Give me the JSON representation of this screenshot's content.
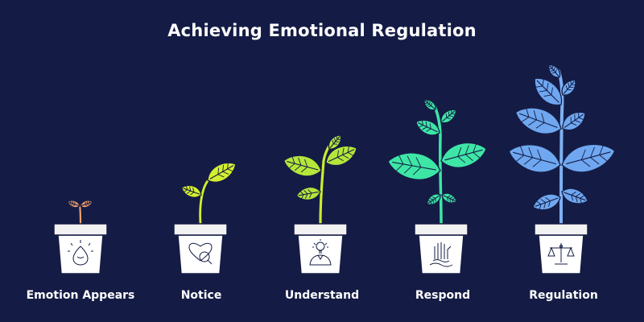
{
  "title": "Achieving Emotional Regulation",
  "stages": [
    {
      "label": "Emotion Appears",
      "icon": "droplet-face-icon",
      "leaf_color": "#f2a06a",
      "stem_color": "#f2a06a"
    },
    {
      "label": "Notice",
      "icon": "heart-magnifier-icon",
      "leaf_color": "#d4ef2e",
      "stem_color": "#d4ef2e"
    },
    {
      "label": "Understand",
      "icon": "person-lightbulb-icon",
      "leaf_color": "#b5e63a",
      "stem_color": "#c9ec2e"
    },
    {
      "label": "Respond",
      "icon": "hand-waves-icon",
      "leaf_color": "#3ee6a6",
      "stem_color": "#3ee6a6"
    },
    {
      "label": "Regulation",
      "icon": "balance-scale-icon",
      "leaf_color": "#6fa7f0",
      "stem_color": "#7fb0f2"
    }
  ],
  "colors": {
    "background": "#141c45",
    "pot": "#ffffff",
    "pot_rim": "#f2f2f2",
    "outline": "#141c45"
  }
}
